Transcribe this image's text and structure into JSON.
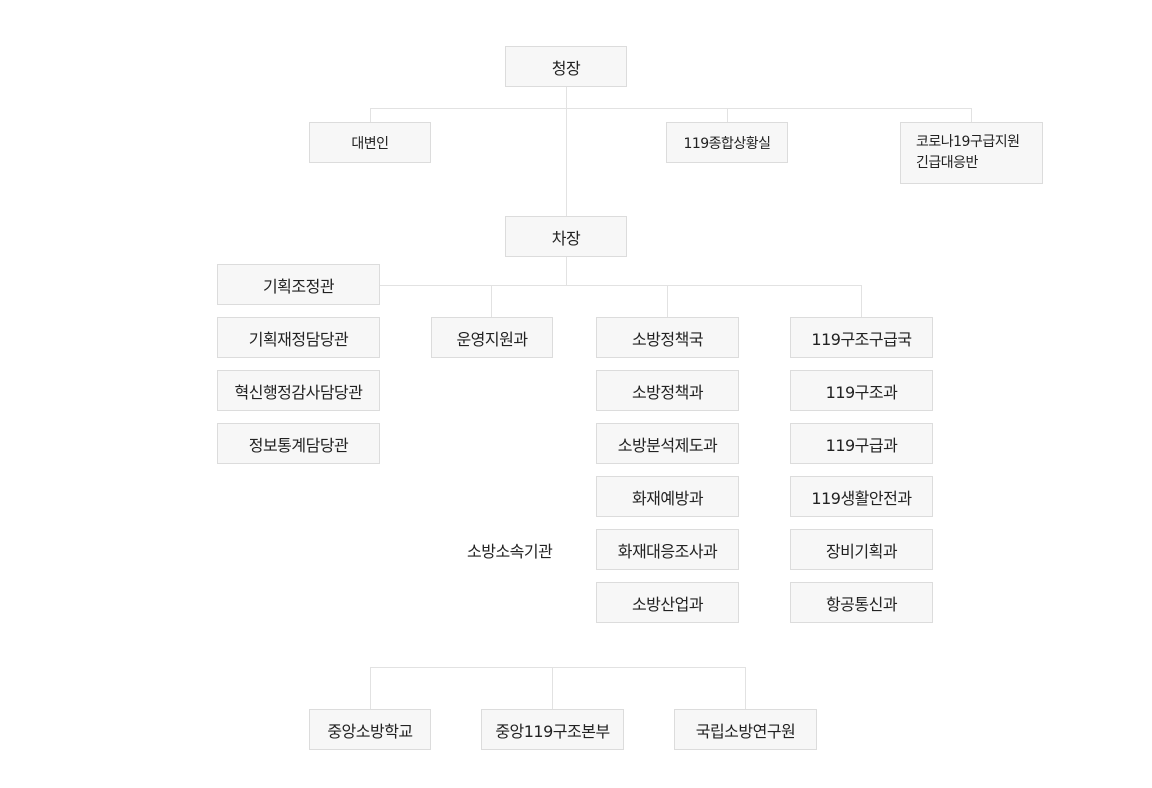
{
  "top": {
    "chief": "청장",
    "spokesperson": "대변인",
    "situation_room": "119종합상황실",
    "corona_line1": "코로나19구급지원",
    "corona_line2": "긴급대응반",
    "deputy": "차장"
  },
  "left_column": [
    "기획조정관",
    "기획재정담당관",
    "혁신행정감사담당관",
    "정보통계담당관"
  ],
  "ops": "운영지원과",
  "policy_column": [
    "소방정책국",
    "소방정책과",
    "소방분석제도과",
    "화재예방과",
    "화재대응조사과",
    "소방산업과"
  ],
  "rescue_column": [
    "119구조구급국",
    "119구조과",
    "119구급과",
    "119생활안전과",
    "장비기획과",
    "항공통신과"
  ],
  "affiliated_label": "소방소속기관",
  "affiliated": [
    "중앙소방학교",
    "중앙119구조본부",
    "국립소방연구원"
  ]
}
